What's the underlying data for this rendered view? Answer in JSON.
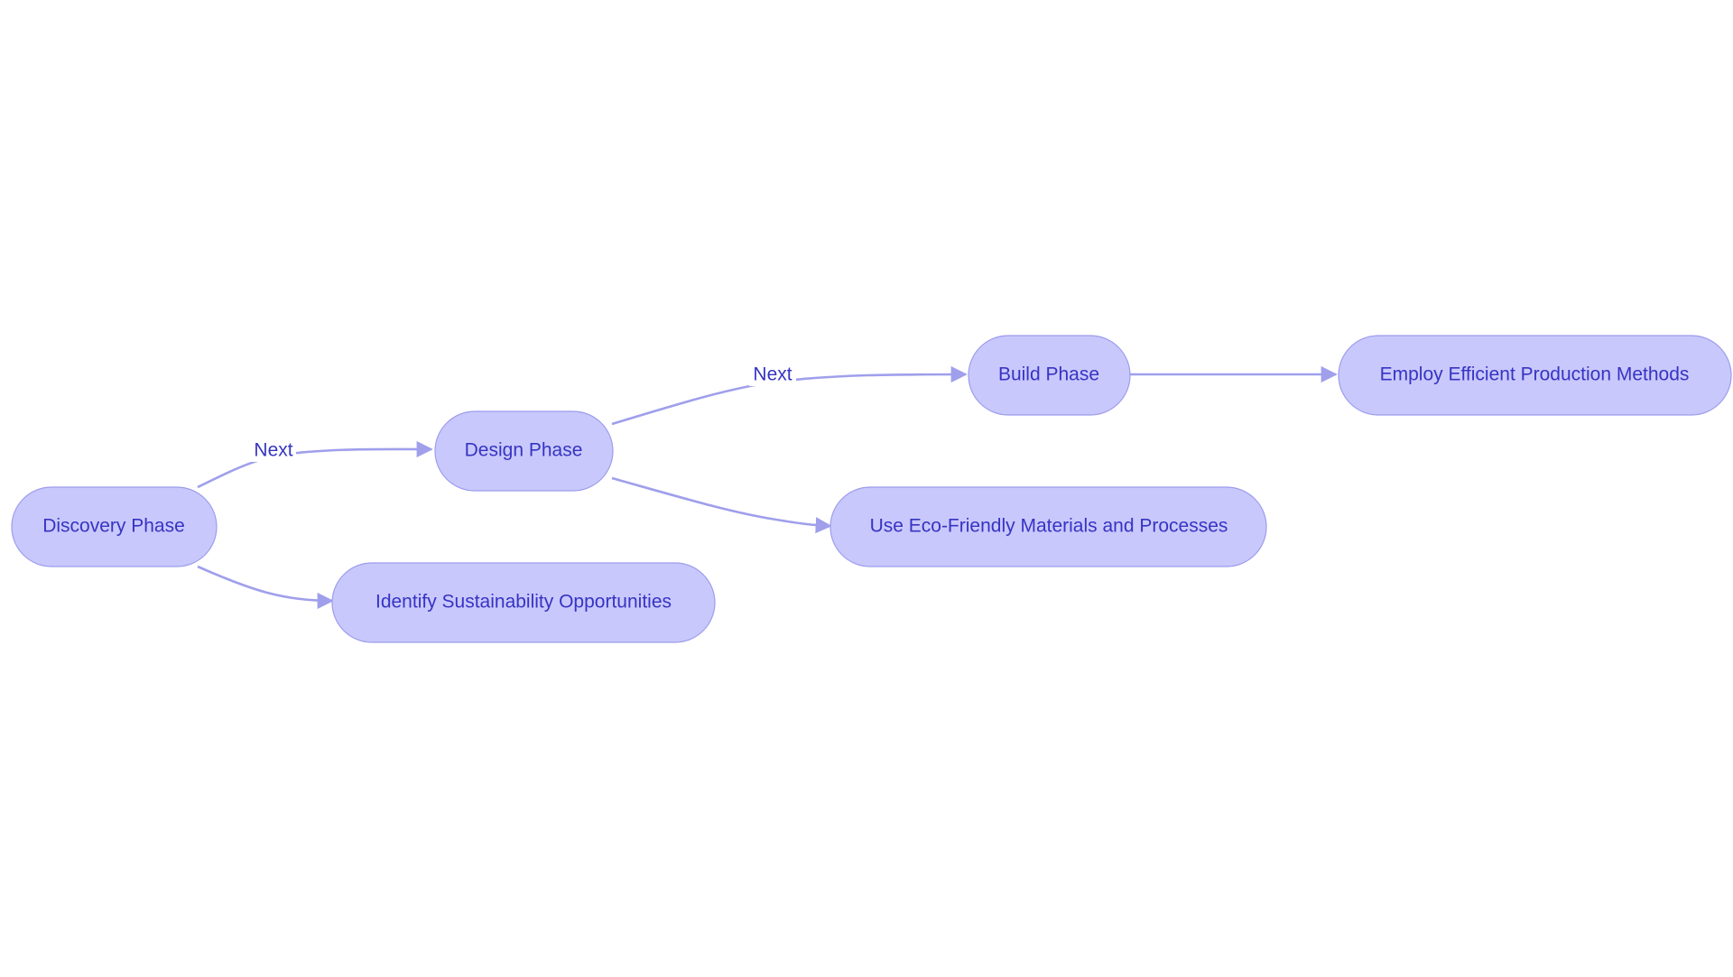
{
  "diagram": {
    "nodes": {
      "discovery": "Discovery Phase",
      "sustainability": "Identify Sustainability Opportunities",
      "design": "Design Phase",
      "eco": "Use Eco-Friendly Materials and Processes",
      "build": "Build Phase",
      "efficient": "Employ Efficient Production Methods"
    },
    "edges": {
      "discovery_to_design": "Next",
      "design_to_build": "Next"
    },
    "colors": {
      "node_fill": "#c9c8fc",
      "node_border": "#9c9ced",
      "text": "#3634c3",
      "edge": "#9f9fec"
    }
  }
}
